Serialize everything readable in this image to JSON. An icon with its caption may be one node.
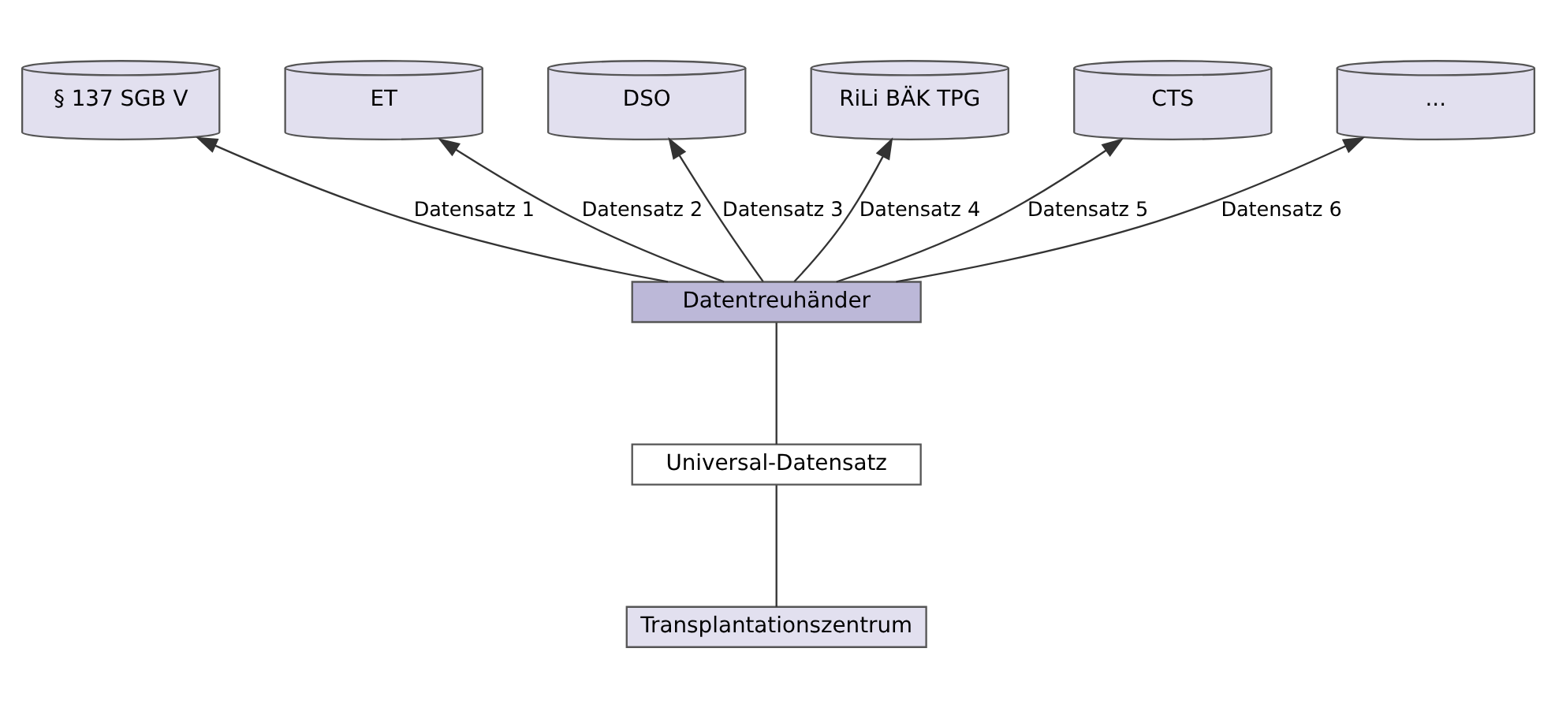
{
  "diagram": {
    "nodes": [
      {
        "text": [
          "§ 137 SGB V"
        ]
      },
      {
        "text": [
          "ET"
        ]
      },
      {
        "text": [
          "DSO"
        ]
      },
      {
        "text": [
          "RiLi BÄK TPG"
        ]
      },
      {
        "text": [
          "CTS"
        ]
      },
      {
        "text": [
          "..."
        ]
      },
      {
        "text": [
          "Datentreuhänder"
        ]
      },
      {
        "text": [
          "Universal-Datensatz"
        ]
      },
      {
        "text": [
          "Transplantationszentrum"
        ]
      }
    ],
    "edges": [
      {
        "from": 6,
        "to": 0,
        "arrow": "to",
        "label": "Datensatz 1"
      },
      {
        "from": 6,
        "to": 1,
        "arrow": "to",
        "label": "Datensatz 2"
      },
      {
        "from": 6,
        "to": 2,
        "arrow": "to",
        "label": "Datensatz 3"
      },
      {
        "from": 6,
        "to": 3,
        "arrow": "to",
        "label": "Datensatz 4"
      },
      {
        "from": 6,
        "to": 4,
        "arrow": "to",
        "label": "Datensatz 5"
      },
      {
        "from": 6,
        "to": 5,
        "arrow": "to",
        "label": "Datensatz 6"
      },
      {
        "from": 6,
        "to": 7,
        "arrow": "none"
      },
      {
        "from": 7,
        "to": 8,
        "arrow": "none"
      }
    ]
  }
}
